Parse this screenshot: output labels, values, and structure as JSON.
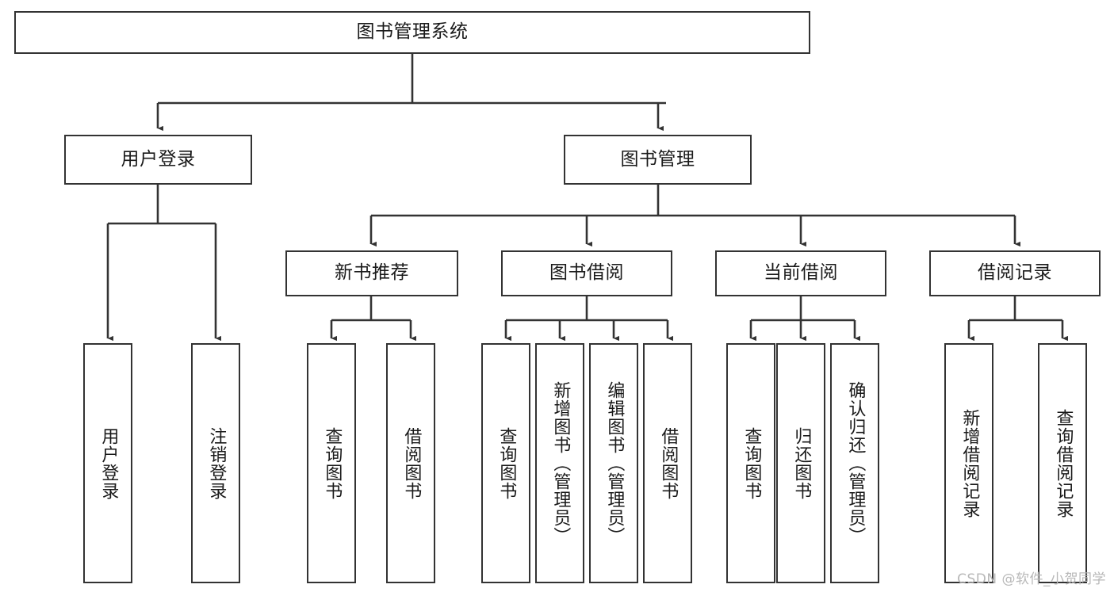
{
  "diagram": {
    "title": "图书管理系统",
    "watermark": "CSDN @软件_小贺同学",
    "accent_color": "#333333",
    "background_color": "#ffffff",
    "text_color": "#1a1a1a",
    "levels": {
      "root": {
        "label": "图书管理系统"
      },
      "level2": [
        {
          "label": "用户登录"
        },
        {
          "label": "图书管理"
        }
      ],
      "level3": [
        {
          "label": "新书推荐"
        },
        {
          "label": "图书借阅"
        },
        {
          "label": "当前借阅"
        },
        {
          "label": "借阅记录"
        }
      ],
      "leaves": {
        "user_login": [
          {
            "label": "用户登录"
          },
          {
            "label": "注销登录"
          }
        ],
        "new_book_recommend": [
          {
            "label": "查询图书"
          },
          {
            "label": "借阅图书"
          }
        ],
        "book_borrow": [
          {
            "label": "查询图书"
          },
          {
            "label": "新增图书（管理员）"
          },
          {
            "label": "编辑图书（管理员）"
          },
          {
            "label": "借阅图书"
          }
        ],
        "current_borrow": [
          {
            "label": "查询图书"
          },
          {
            "label": "归还图书"
          },
          {
            "label": "确认归还（管理员）"
          }
        ],
        "borrow_record": [
          {
            "label": "新增借阅记录"
          },
          {
            "label": "查询借阅记录"
          }
        ]
      }
    }
  }
}
